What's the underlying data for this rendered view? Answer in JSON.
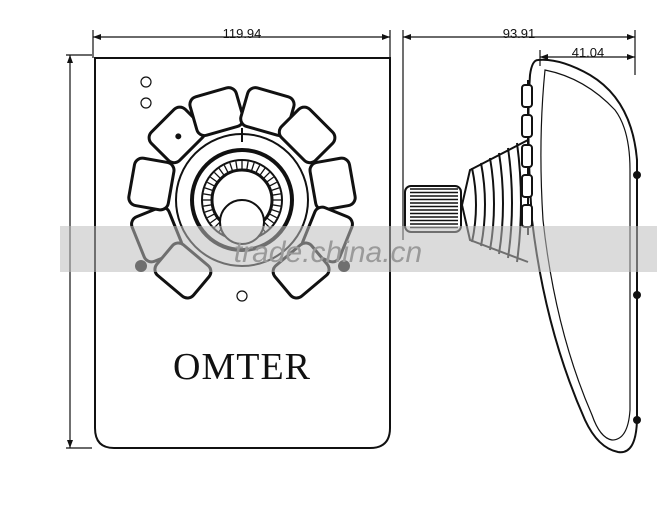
{
  "dimensions": {
    "front_width": "119.94",
    "side_depth": "93.91",
    "side_top": "41.04"
  },
  "brand": {
    "name": "OMTER"
  },
  "watermark": {
    "text": "trade.china.cn"
  },
  "front_view": {
    "button_count": 10
  },
  "colors": {
    "line": "#111111",
    "background": "#ffffff",
    "watermark_band": "#bdbdbd"
  }
}
